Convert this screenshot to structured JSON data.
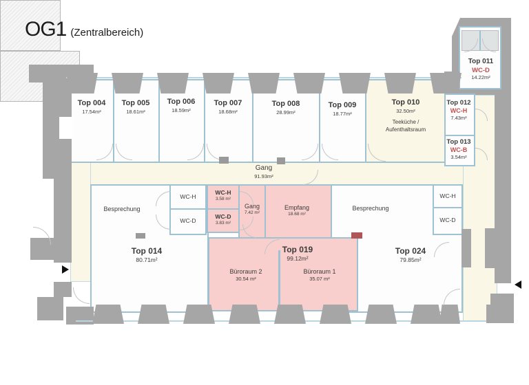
{
  "title": {
    "main": "OG1",
    "sub": "(Zentralbereich)"
  },
  "colors": {
    "wall": "#a6a6a6",
    "corridor": "#faf7e6",
    "unit_pink": "#f8cfcd",
    "wc_label": "#c0504d",
    "room_border": "#9fc2d2"
  },
  "rooms": {
    "top004": {
      "name": "Top 004",
      "area": "17.54m²"
    },
    "top005": {
      "name": "Top 005",
      "area": "18.61m²"
    },
    "top006": {
      "name": "Top 006",
      "area": "18.59m²"
    },
    "top007": {
      "name": "Top 007",
      "area": "18.68m²"
    },
    "top008": {
      "name": "Top 008",
      "area": "28.99m²"
    },
    "top009": {
      "name": "Top 009",
      "area": "18.77m²"
    },
    "top010": {
      "name": "Top 010",
      "area": "32.50m²",
      "line1": "Teeküche /",
      "line2": "Aufenthaltsraum"
    },
    "top011": {
      "name": "Top 011",
      "type": "WC-D",
      "area": "14.22m²"
    },
    "top012": {
      "name": "Top 012",
      "type": "WC-H",
      "area": "7.43m²"
    },
    "top013": {
      "name": "Top 013",
      "type": "WC-B",
      "area": "3.54m²"
    },
    "gang_main": {
      "name": "Gang",
      "area": "91.93m²"
    },
    "besprechung_left": {
      "name": "Besprechung"
    },
    "wch_left": {
      "name": "WC-H"
    },
    "wcd_left": {
      "name": "WC-D"
    },
    "top014": {
      "name": "Top 014",
      "area": "80.71m²"
    },
    "wch_mid": {
      "name": "WC-H",
      "area": "3.58 m²"
    },
    "wcd_mid": {
      "name": "WC-D",
      "area": "3.83 m²"
    },
    "gang_small": {
      "name": "Gang",
      "area": "7.42 m²"
    },
    "empfang": {
      "name": "Empfang",
      "area": "18.68 m²"
    },
    "top019": {
      "name": "Top 019",
      "area": "99.12m²"
    },
    "bueroraum2": {
      "name": "Büroraum 2",
      "area": "30.54 m²"
    },
    "bueroraum1": {
      "name": "Büroraum 1",
      "area": "35.07 m²"
    },
    "besprechung_right": {
      "name": "Besprechung"
    },
    "wch_right": {
      "name": "WC-H"
    },
    "wcd_right": {
      "name": "WC-D"
    },
    "top024": {
      "name": "Top 024",
      "area": "79.85m²"
    }
  }
}
